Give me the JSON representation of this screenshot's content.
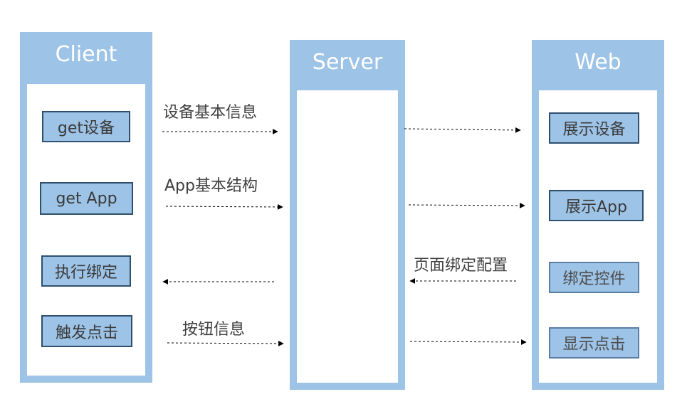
{
  "columns": {
    "client": "Client",
    "server": "Server",
    "web": "Web"
  },
  "client_boxes": [
    "get设备",
    "get App",
    "执行绑定",
    "触发点击"
  ],
  "web_boxes": [
    "展示设备",
    "展示App",
    "绑定控件",
    "显示点击"
  ],
  "messages": {
    "device_info": "设备基本信息",
    "app_structure": "App基本结构",
    "page_binding": "页面绑定配置",
    "button_info": "按钮信息"
  },
  "colors": {
    "lane": "#9dc3e6",
    "box_border": "#2f4f6f",
    "arrow": "#000000"
  }
}
